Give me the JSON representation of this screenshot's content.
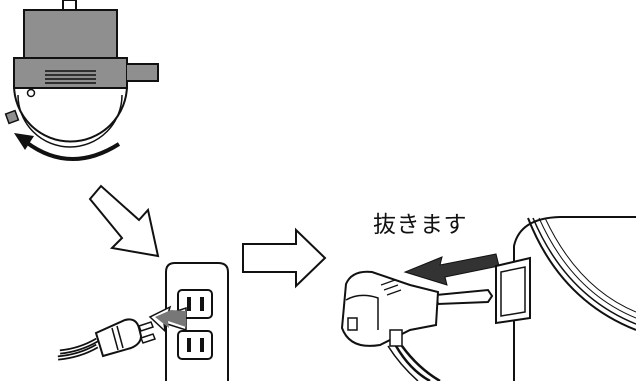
{
  "instruction": {
    "caption": "抜きます"
  },
  "colors": {
    "line": "#111111",
    "control_gray": "#8f8f8f",
    "background": "#ffffff",
    "arrow_fill": "#333333"
  },
  "icons": [
    "control-unit-illustration",
    "rotate-counterclockwise-arrow-icon",
    "diagonal-down-arrow-icon",
    "right-arrow-icon",
    "wall-outlet-illustration",
    "plug-unplug-arrow-icon",
    "pull-out-arrow-icon",
    "appliance-connector-illustration"
  ]
}
